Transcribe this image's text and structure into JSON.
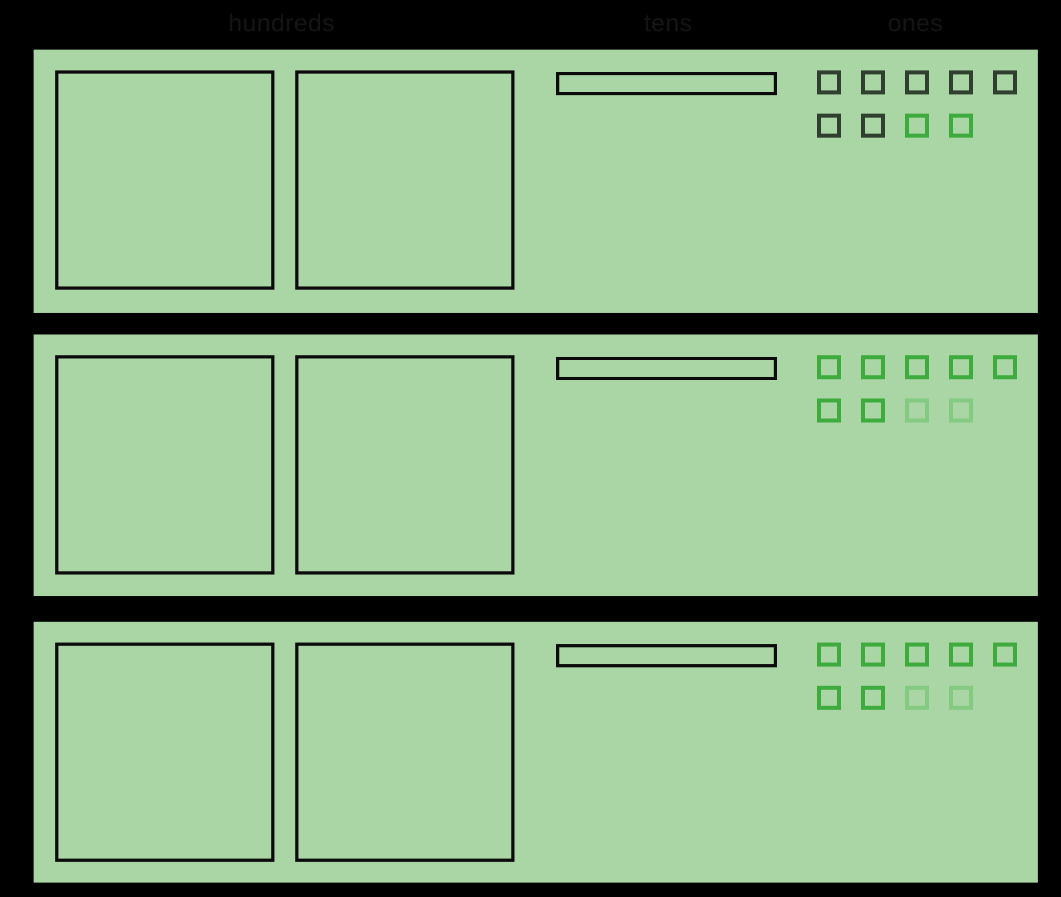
{
  "header": {
    "labels": [
      {
        "id": "hundreds",
        "text": "hundreds"
      },
      {
        "id": "tens",
        "text": "tens"
      },
      {
        "id": "ones",
        "text": "ones"
      }
    ]
  },
  "colors": {
    "background": "#000000",
    "header_text": "#151515",
    "panel_background": "#aad5a4",
    "outline": "#0b0b0b",
    "ones_dark": "#30402f",
    "ones_green": "#3dab3d",
    "ones_faded": "#85ca83"
  },
  "rows": [
    {
      "hundreds": 2,
      "tens": 1,
      "ones": [
        "dark",
        "dark",
        "dark",
        "dark",
        "dark",
        "dark",
        "dark",
        "green",
        "green"
      ]
    },
    {
      "hundreds": 2,
      "tens": 1,
      "ones": [
        "green",
        "green",
        "green",
        "green",
        "green",
        "green",
        "green",
        "faded",
        "faded"
      ]
    },
    {
      "hundreds": 2,
      "tens": 1,
      "ones": [
        "green",
        "green",
        "green",
        "green",
        "green",
        "green",
        "green",
        "faded",
        "faded"
      ]
    }
  ]
}
